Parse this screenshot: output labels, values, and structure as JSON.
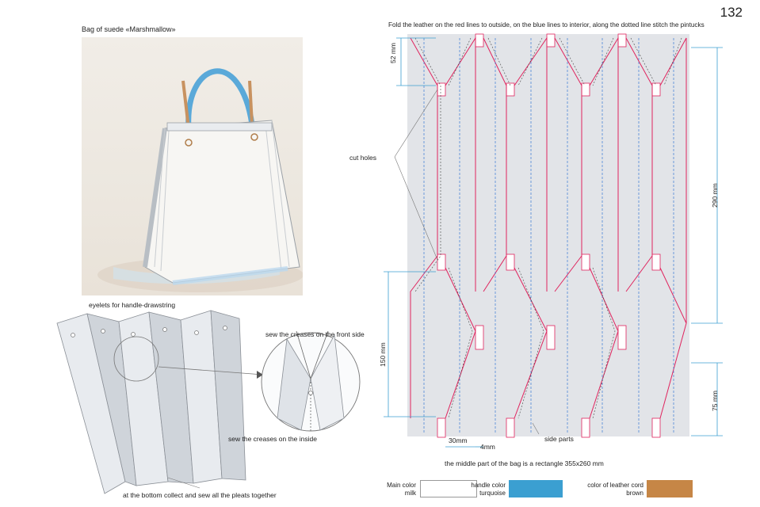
{
  "page": {
    "number": "132",
    "title": "Bag of suede «Marshmallow»",
    "instruction": "Fold the leather on the red lines to outside, on the blue lines to interior, along the dotted line stitch the pintucks"
  },
  "illustration": {
    "eyelets_label": "eyelets for handle-drawstring",
    "front_creases_label": "sew the creases on the front side",
    "inside_creases_label": "sew the creases on the inside",
    "bottom_label": "at the bottom collect and sew all the pleats together"
  },
  "pattern": {
    "cut_holes_label": "cut holes",
    "side_parts_label": "side parts",
    "dimensions": {
      "top": "52 mm",
      "right_upper": "290 mm",
      "right_lower": "75 mm",
      "left": "150 mm",
      "bottom_width": "30mm",
      "bottom_gap": "4mm"
    },
    "note": "the middle part of the bag is a rectangle 355x260 mm"
  },
  "legend": {
    "main_label": "Main color",
    "main_value": "milk",
    "handle_label": "handle color",
    "handle_value": "turquoise",
    "cord_label": "color of leather cord",
    "cord_value": "brown",
    "colors": {
      "milk": "#ffffff",
      "turquoise": "#3b9fd1",
      "brown": "#c68646",
      "red": "#e0245e",
      "blue": "#3a7bd5"
    }
  }
}
